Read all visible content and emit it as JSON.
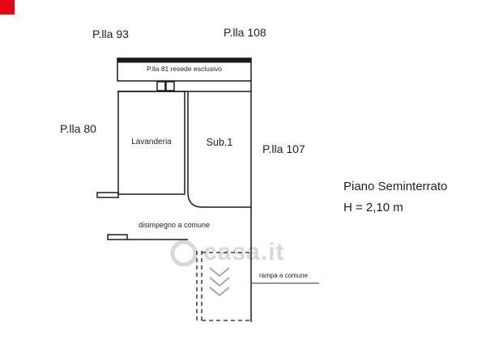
{
  "colors": {
    "accent_red": "#e30613",
    "line": "#1a1a1a",
    "watermark_gray": "#d8d8d8"
  },
  "parcels": {
    "p93": "P.lla 93",
    "p108": "P.lla 108",
    "p80": "P.lla 80",
    "p107": "P.lla 107",
    "p81_strip": "P.lla 81 resede esclusivo"
  },
  "rooms": {
    "lavanderia": "Lavanderia",
    "sub1": "Sub.1",
    "disimpegno": "disimpegno a comune",
    "rampa": "rampa a comune"
  },
  "notes": {
    "floor": "Piano Seminterrato",
    "height": "H = 2,10 m"
  },
  "watermark": {
    "text": "casa.it"
  }
}
